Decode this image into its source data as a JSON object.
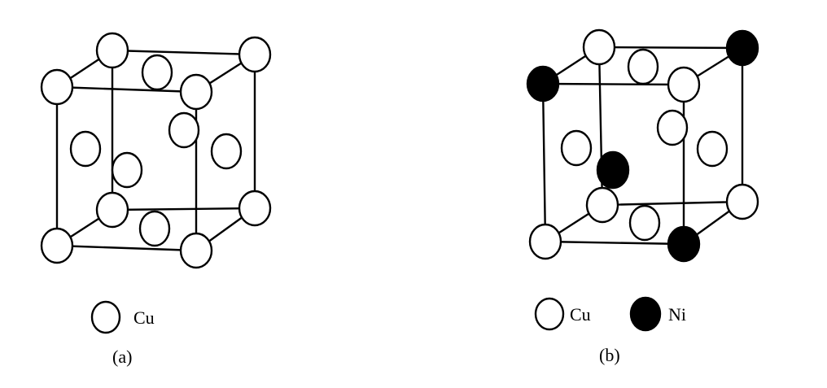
{
  "colors": {
    "line": "#000000",
    "atom_cu": "#ffffff",
    "atom_ni": "#000000",
    "background": "#ffffff"
  },
  "panels": [
    {
      "id": "a",
      "caption": "(a)",
      "legend": [
        {
          "label": "Cu",
          "fill": "#ffffff"
        }
      ]
    },
    {
      "id": "b",
      "caption": "(b)",
      "legend": [
        {
          "label": "Cu",
          "fill": "#ffffff"
        },
        {
          "label": "Ni",
          "fill": "#000000"
        }
      ]
    }
  ]
}
